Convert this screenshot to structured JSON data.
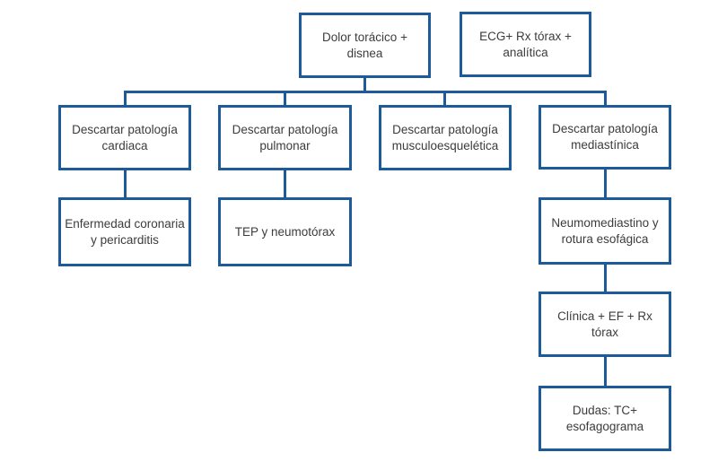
{
  "diagram": {
    "type": "flowchart",
    "language": "es",
    "colors": {
      "line": "#1d5a99",
      "text": "#3c3c3c",
      "background": "#ffffff"
    },
    "nodes": {
      "dolor": {
        "label": "Dolor torácico + disnea"
      },
      "ecg": {
        "label": "ECG+ Rx tórax + analítica"
      },
      "cardiaca": {
        "label": "Descartar patología cardiaca"
      },
      "pulmonar": {
        "label": "Descartar patología pulmonar"
      },
      "musculo": {
        "label": "Descartar patología musculoesquelética"
      },
      "mediastinica": {
        "label": "Descartar patología mediastínica"
      },
      "coronaria": {
        "label": "Enfermedad coronaria y pericarditis"
      },
      "tep": {
        "label": "TEP y neumotórax"
      },
      "neumo": {
        "label": "Neumomediastino y rotura esofágica"
      },
      "clinica": {
        "label": "Clínica + EF + Rx tórax"
      },
      "dudas": {
        "label": "Dudas: TC+ esofagograma"
      }
    },
    "edges": [
      {
        "from": "dolor",
        "to": "cardiaca"
      },
      {
        "from": "dolor",
        "to": "pulmonar"
      },
      {
        "from": "dolor",
        "to": "musculo"
      },
      {
        "from": "dolor",
        "to": "mediastinica"
      },
      {
        "from": "cardiaca",
        "to": "coronaria"
      },
      {
        "from": "pulmonar",
        "to": "tep"
      },
      {
        "from": "mediastinica",
        "to": "neumo"
      },
      {
        "from": "neumo",
        "to": "clinica"
      },
      {
        "from": "clinica",
        "to": "dudas"
      }
    ]
  }
}
